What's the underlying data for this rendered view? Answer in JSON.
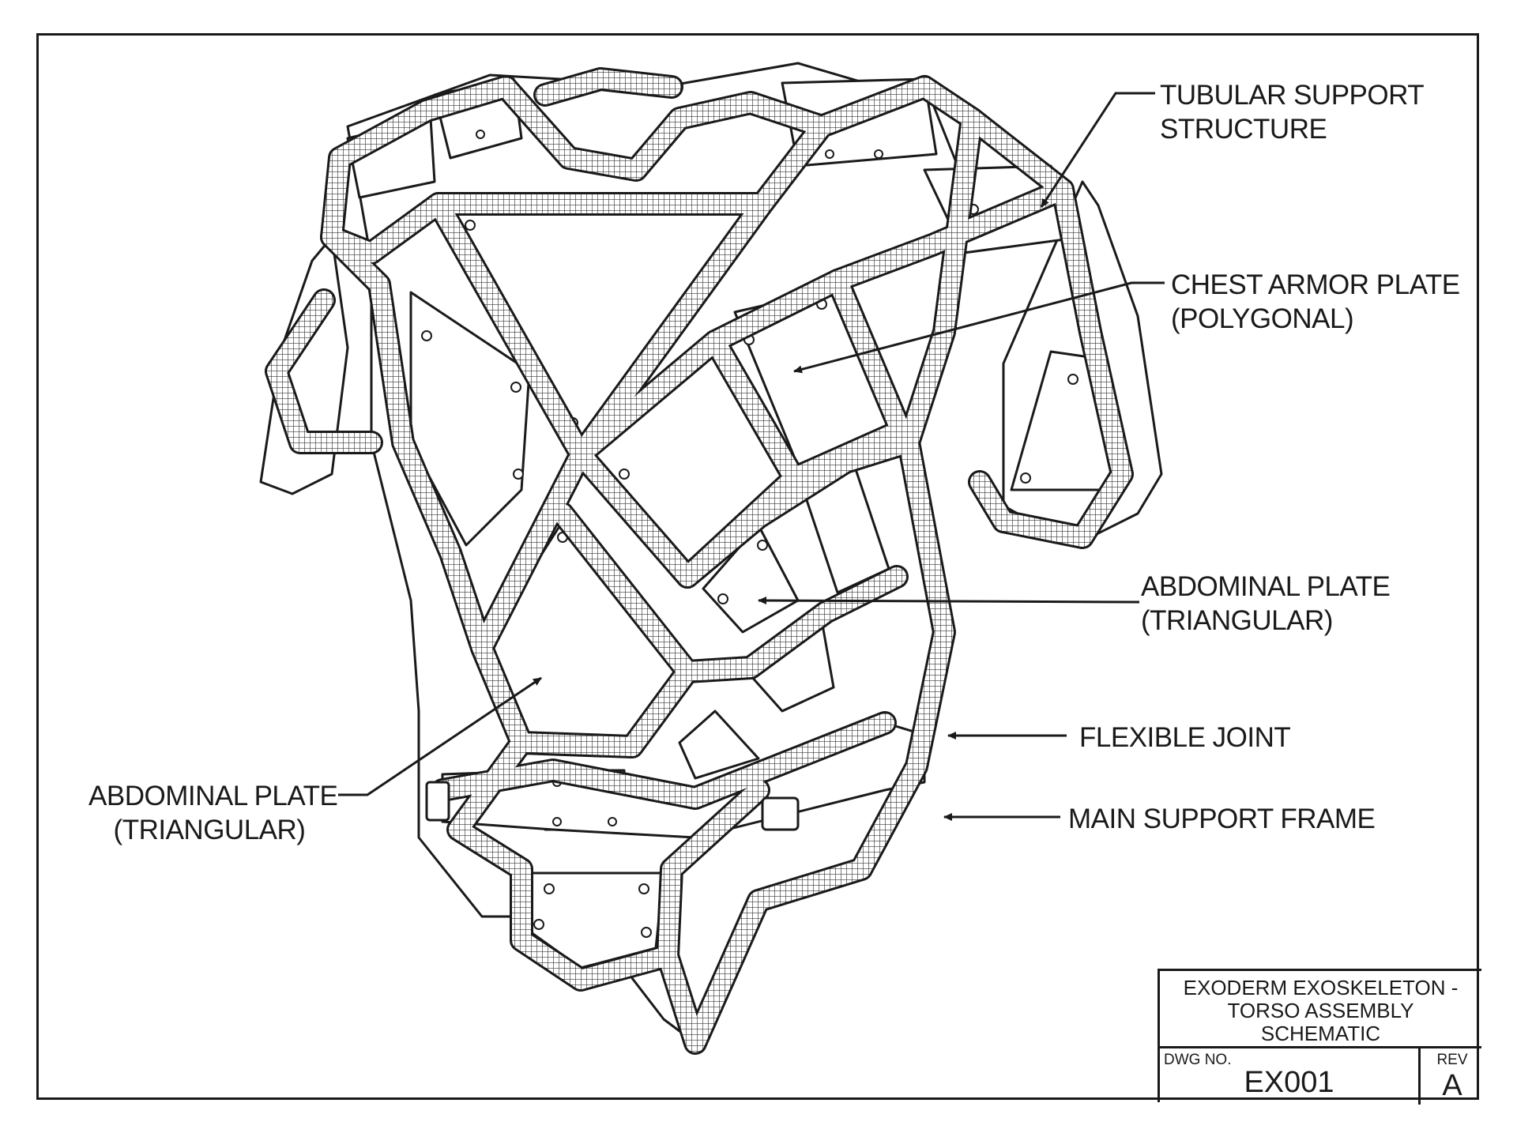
{
  "labels": {
    "tubular": {
      "line1": "TUBULAR SUPPORT",
      "line2": "STRUCTURE"
    },
    "chest": {
      "line1": "CHEST ARMOR PLATE",
      "line2": "(POLYGONAL)"
    },
    "abdominal_right": {
      "line1": "ABDOMINAL PLATE",
      "line2": "(TRIANGULAR)"
    },
    "flexible_joint": {
      "line1": "FLEXIBLE JOINT"
    },
    "main_frame": {
      "line1": "MAIN SUPPORT FRAME"
    },
    "abdominal_left": {
      "line1": "ABDOMINAL PLATE",
      "line2": "(TRIANGULAR)"
    }
  },
  "title_block": {
    "title_line1": "EXODERM EXOSKELETON -",
    "title_line2": "TORSO ASSEMBLY",
    "title_line3": "SCHEMATIC",
    "dwg_label": "DWG NO.",
    "dwg_number": "EX001",
    "rev_label": "REV",
    "rev_value": "A"
  },
  "colors": {
    "ink": "#1a1a1a",
    "paper": "#ffffff",
    "mesh": "#3a3a3a"
  }
}
